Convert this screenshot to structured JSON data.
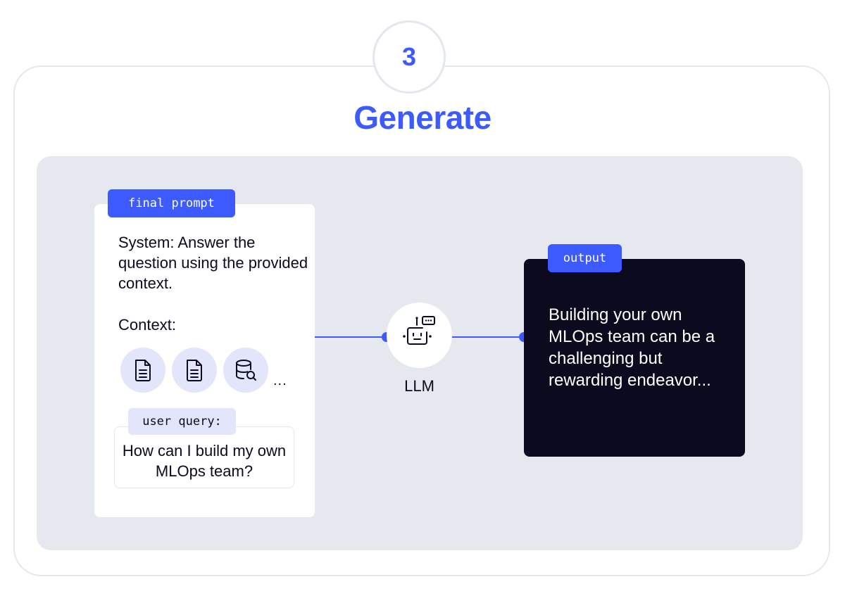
{
  "step": {
    "number": "3",
    "title": "Generate"
  },
  "prompt": {
    "tag": "final prompt",
    "system_text": "System: Answer the question using the provided context.",
    "context_label": "Context:",
    "docs": [
      {
        "icon": "document-icon"
      },
      {
        "icon": "document-icon"
      },
      {
        "icon": "database-search-icon"
      }
    ],
    "ellipsis": "...",
    "query_tag": "user query:",
    "query_text": "How can I build my own MLOps team?"
  },
  "llm": {
    "label": "LLM",
    "icon": "robot-chat-icon"
  },
  "output": {
    "tag": "output",
    "text": "Building your own MLOps team can be a challenging but rewarding endeavor..."
  },
  "colors": {
    "accent": "#3d5afe",
    "panel": "#e5e9ef",
    "dark": "#0c0a1f",
    "soft_accent": "#e3e6fb"
  }
}
